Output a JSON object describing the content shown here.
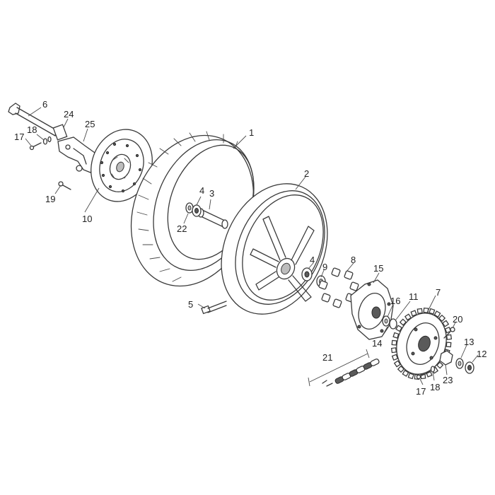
{
  "diagram": {
    "callouts": {
      "c1": "1",
      "c2": "2",
      "c3": "3",
      "c4a": "4",
      "c4b": "4",
      "c5": "5",
      "c6": "6",
      "c7": "7",
      "c8": "8",
      "c9": "9",
      "c10": "10",
      "c11": "11",
      "c12": "12",
      "c13": "13",
      "c14": "14",
      "c15": "15",
      "c16": "16",
      "c17a": "17",
      "c17b": "17",
      "c18a": "18",
      "c18b": "18",
      "c19": "19",
      "c20": "20",
      "c21": "21",
      "c22": "22",
      "c23": "23",
      "c24": "24",
      "c25": "25"
    }
  }
}
